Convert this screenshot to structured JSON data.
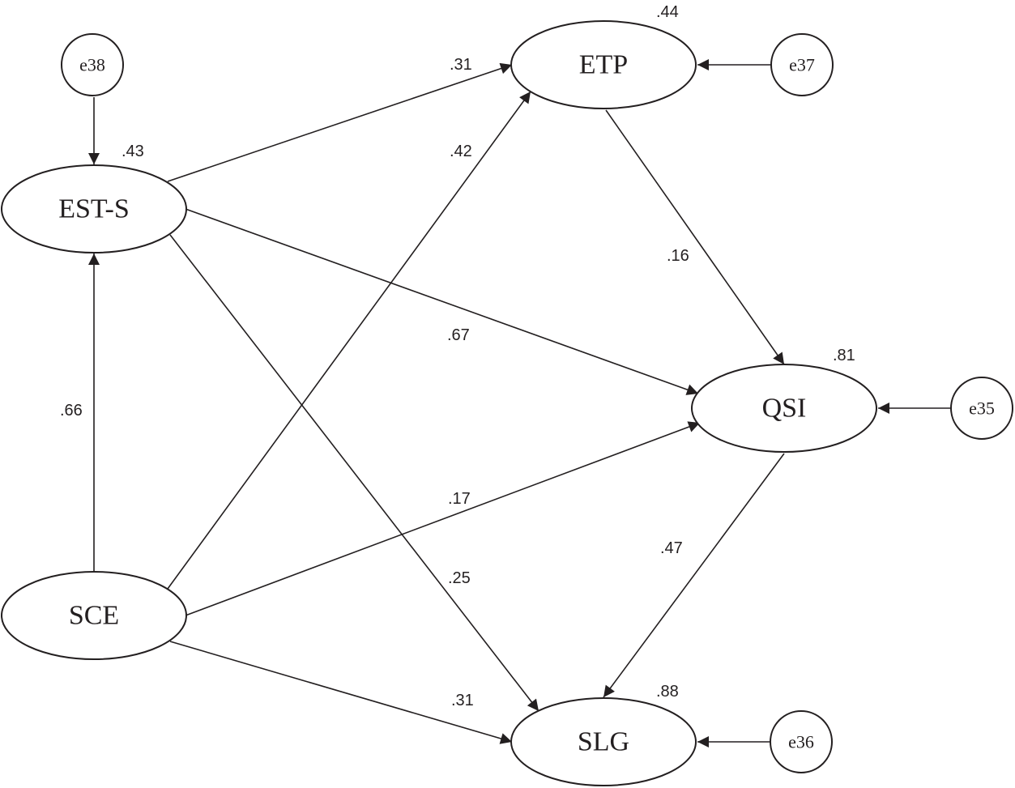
{
  "diagram": {
    "type": "path-diagram",
    "colors": {
      "line": "#231f20",
      "fill": "#ffffff"
    },
    "latent_variables": [
      {
        "id": "EST-S",
        "label": "EST-S",
        "r_squared": ".43"
      },
      {
        "id": "SCE",
        "label": "SCE",
        "r_squared": ""
      },
      {
        "id": "ETP",
        "label": "ETP",
        "r_squared": ".44"
      },
      {
        "id": "QSI",
        "label": "QSI",
        "r_squared": ".81"
      },
      {
        "id": "SLG",
        "label": "SLG",
        "r_squared": ".88"
      }
    ],
    "error_terms": [
      {
        "id": "e38",
        "label": "e38",
        "target": "EST-S"
      },
      {
        "id": "e37",
        "label": "e37",
        "target": "ETP"
      },
      {
        "id": "e35",
        "label": "e35",
        "target": "QSI"
      },
      {
        "id": "e36",
        "label": "e36",
        "target": "SLG"
      }
    ],
    "paths": [
      {
        "from": "EST-S",
        "to": "ETP",
        "coefficient": ".31"
      },
      {
        "from": "SCE",
        "to": "ETP",
        "coefficient": ".42"
      },
      {
        "from": "ETP",
        "to": "QSI",
        "coefficient": ".16"
      },
      {
        "from": "EST-S",
        "to": "QSI",
        "coefficient": ".67"
      },
      {
        "from": "SCE",
        "to": "EST-S",
        "coefficient": ".66"
      },
      {
        "from": "SCE",
        "to": "QSI",
        "coefficient": ".17"
      },
      {
        "from": "EST-S",
        "to": "SLG",
        "coefficient": ".25"
      },
      {
        "from": "QSI",
        "to": "SLG",
        "coefficient": ".47"
      },
      {
        "from": "SCE",
        "to": "SLG",
        "coefficient": ".31"
      }
    ]
  }
}
